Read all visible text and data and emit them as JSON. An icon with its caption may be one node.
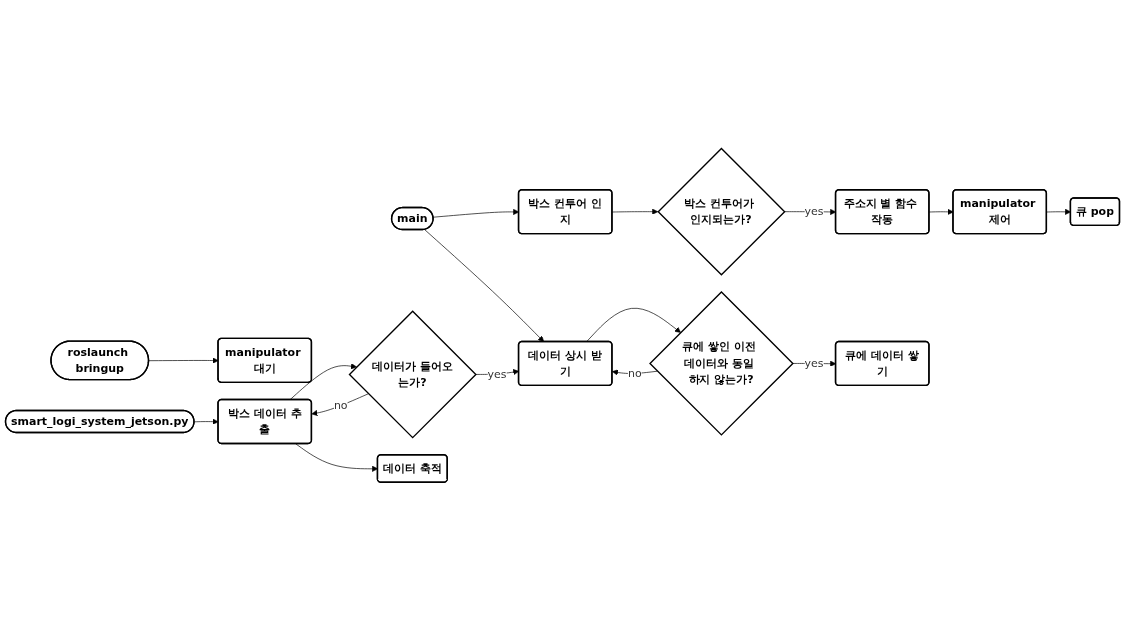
{
  "diagram": {
    "nodes": [
      {
        "text": [
          "roslaunch bringup"
        ]
      },
      {
        "text": [
          "manipulator 대기"
        ]
      },
      {
        "text": [
          "manipulator 제어"
        ]
      },
      {
        "text": [
          "큐 pop"
        ]
      },
      {
        "text": [
          "main"
        ]
      },
      {
        "text": [
          "박스 컨투어 인지"
        ]
      },
      {
        "text": [
          "박스 컨투어가 인지되는가?"
        ]
      },
      {
        "text": [
          "주소지 별 함수 작동"
        ]
      },
      {
        "text": [
          "데이터 상시 받기"
        ]
      },
      {
        "text": [
          "큐에 쌓인 이전 데이터와 동일 하지 않는가?"
        ]
      },
      {
        "text": [
          "큐에 데이터 쌓기"
        ]
      },
      {
        "text": [
          "smart_logi_system_jetson.py"
        ]
      },
      {
        "text": [
          "박스 데이터 추출"
        ]
      },
      {
        "text": [
          "데이터가 들어오는가?"
        ]
      },
      {
        "text": [
          "데이터 축적"
        ]
      }
    ],
    "edges": [
      {
        "from": 0,
        "to": 1,
        "arrow": "to"
      },
      {
        "from": 2,
        "to": 3,
        "arrow": "to"
      },
      {
        "from": 4,
        "to": 5,
        "arrow": "to"
      },
      {
        "from": 4,
        "to": 8,
        "arrow": "to"
      },
      {
        "from": 5,
        "to": 6,
        "arrow": "to"
      },
      {
        "from": 6,
        "to": 7,
        "label": "yes",
        "arrow": "to"
      },
      {
        "from": 7,
        "to": 2,
        "arrow": "to"
      },
      {
        "from": 8,
        "to": 9,
        "arrow": "to"
      },
      {
        "from": 9,
        "to": 8,
        "label": "no",
        "arrow": "to"
      },
      {
        "from": 9,
        "to": 10,
        "label": "yes",
        "arrow": "to"
      },
      {
        "from": 11,
        "to": 12,
        "arrow": "to"
      },
      {
        "from": 12,
        "to": 14,
        "arrow": "to"
      },
      {
        "from": 12,
        "to": 13,
        "arrow": "to"
      },
      {
        "from": 13,
        "to": 12,
        "label": "no",
        "arrow": "to"
      },
      {
        "from": 13,
        "to": 8,
        "label": "yes",
        "arrow": "to"
      }
    ]
  }
}
